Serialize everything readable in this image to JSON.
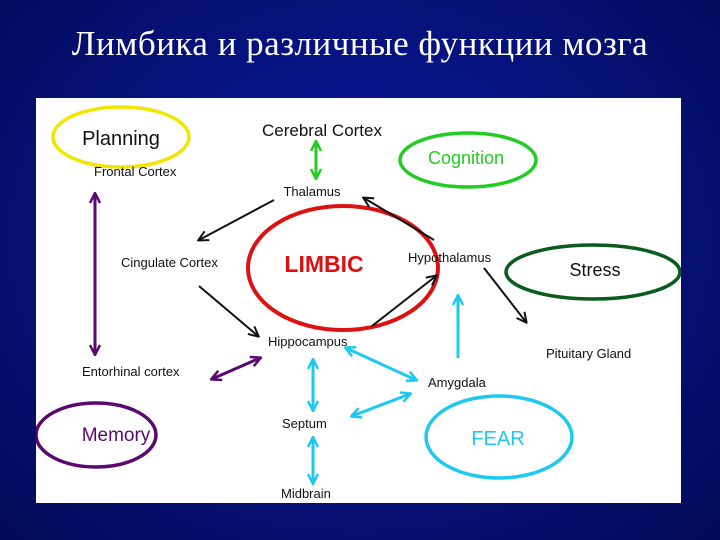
{
  "title": "Лимбика и различные функции мозга",
  "diagram": {
    "center": "LIMBIC",
    "ovals": {
      "planning": "Planning",
      "cognition": "Cognition",
      "stress": "Stress",
      "memory": "Memory",
      "fear": "FEAR"
    },
    "structures": {
      "cerebral_cortex": "Cerebral Cortex",
      "frontal_cortex": "Frontal Cortex",
      "thalamus": "Thalamus",
      "cingulate_cortex": "Cingulate Cortex",
      "hypothalamus": "Hypothalamus",
      "hippocampus": "Hippocampus",
      "pituitary_gland": "Pituitary Gland",
      "entorhinal_cortex": "Entorhinal cortex",
      "amygdala": "Amygdala",
      "septum": "Septum",
      "midbrain": "Midbrain"
    },
    "colors": {
      "planning": "#f2e600",
      "cognition": "#22cc22",
      "stress": "#0b5a1e",
      "memory": "#5a0a6e",
      "fear": "#1ec8f0",
      "limbic": "#dd1111",
      "arrows_black": "#111111",
      "arrows_green": "#22cc22",
      "arrows_purple": "#5a0a6e",
      "arrows_cyan": "#1ec8f0",
      "background_slide": "#06127a"
    }
  }
}
